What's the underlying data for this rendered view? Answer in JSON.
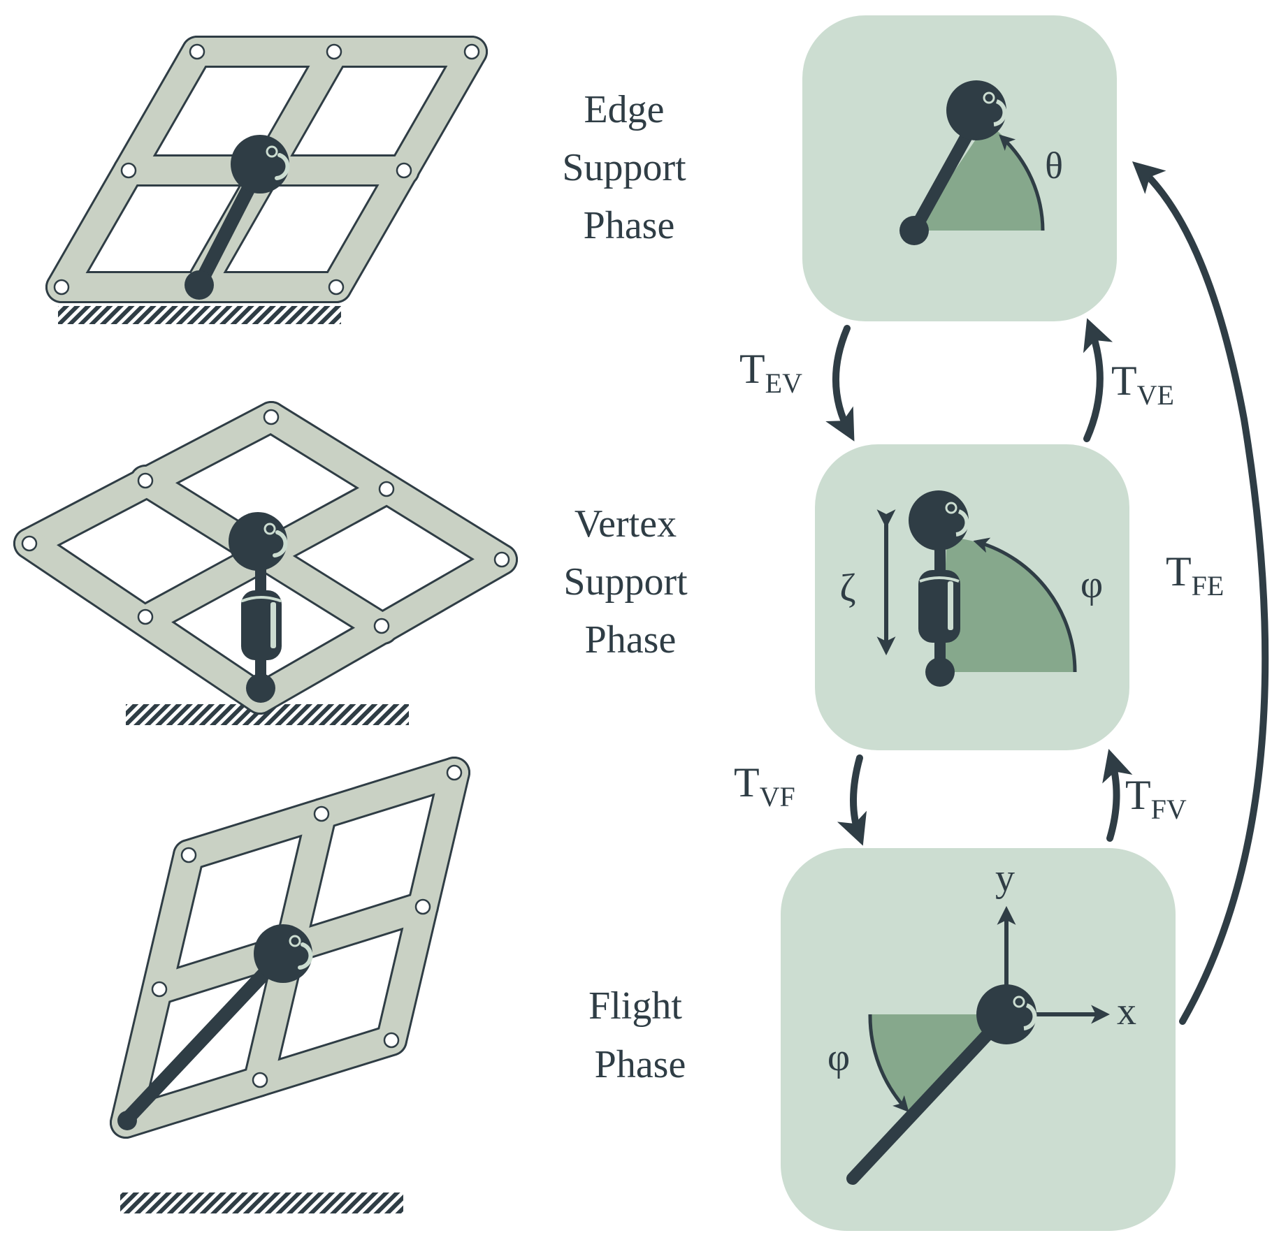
{
  "labels": {
    "edge_phase": [
      "Edge",
      "Support",
      "Phase"
    ],
    "vertex_phase": [
      "Vertex",
      "Support",
      "Phase"
    ],
    "flight_phase": [
      "Flight",
      "Phase"
    ]
  },
  "transitions": {
    "ev": {
      "main": "T",
      "sub": "EV"
    },
    "ve": {
      "main": "T",
      "sub": "VE"
    },
    "vf": {
      "main": "T",
      "sub": "VF"
    },
    "fv": {
      "main": "T",
      "sub": "FV"
    },
    "fe": {
      "main": "T",
      "sub": "FE"
    }
  },
  "symbols": {
    "theta": "θ",
    "phi_vertex": "φ",
    "zeta": "ζ",
    "phi_flight": "φ",
    "axis_x": "x",
    "axis_y": "y"
  },
  "colors": {
    "dark": "#2f3d45",
    "frame_fill": "#c9d1c4",
    "box_fill": "#ccddd1",
    "wedge_fill": "#86a88c"
  }
}
